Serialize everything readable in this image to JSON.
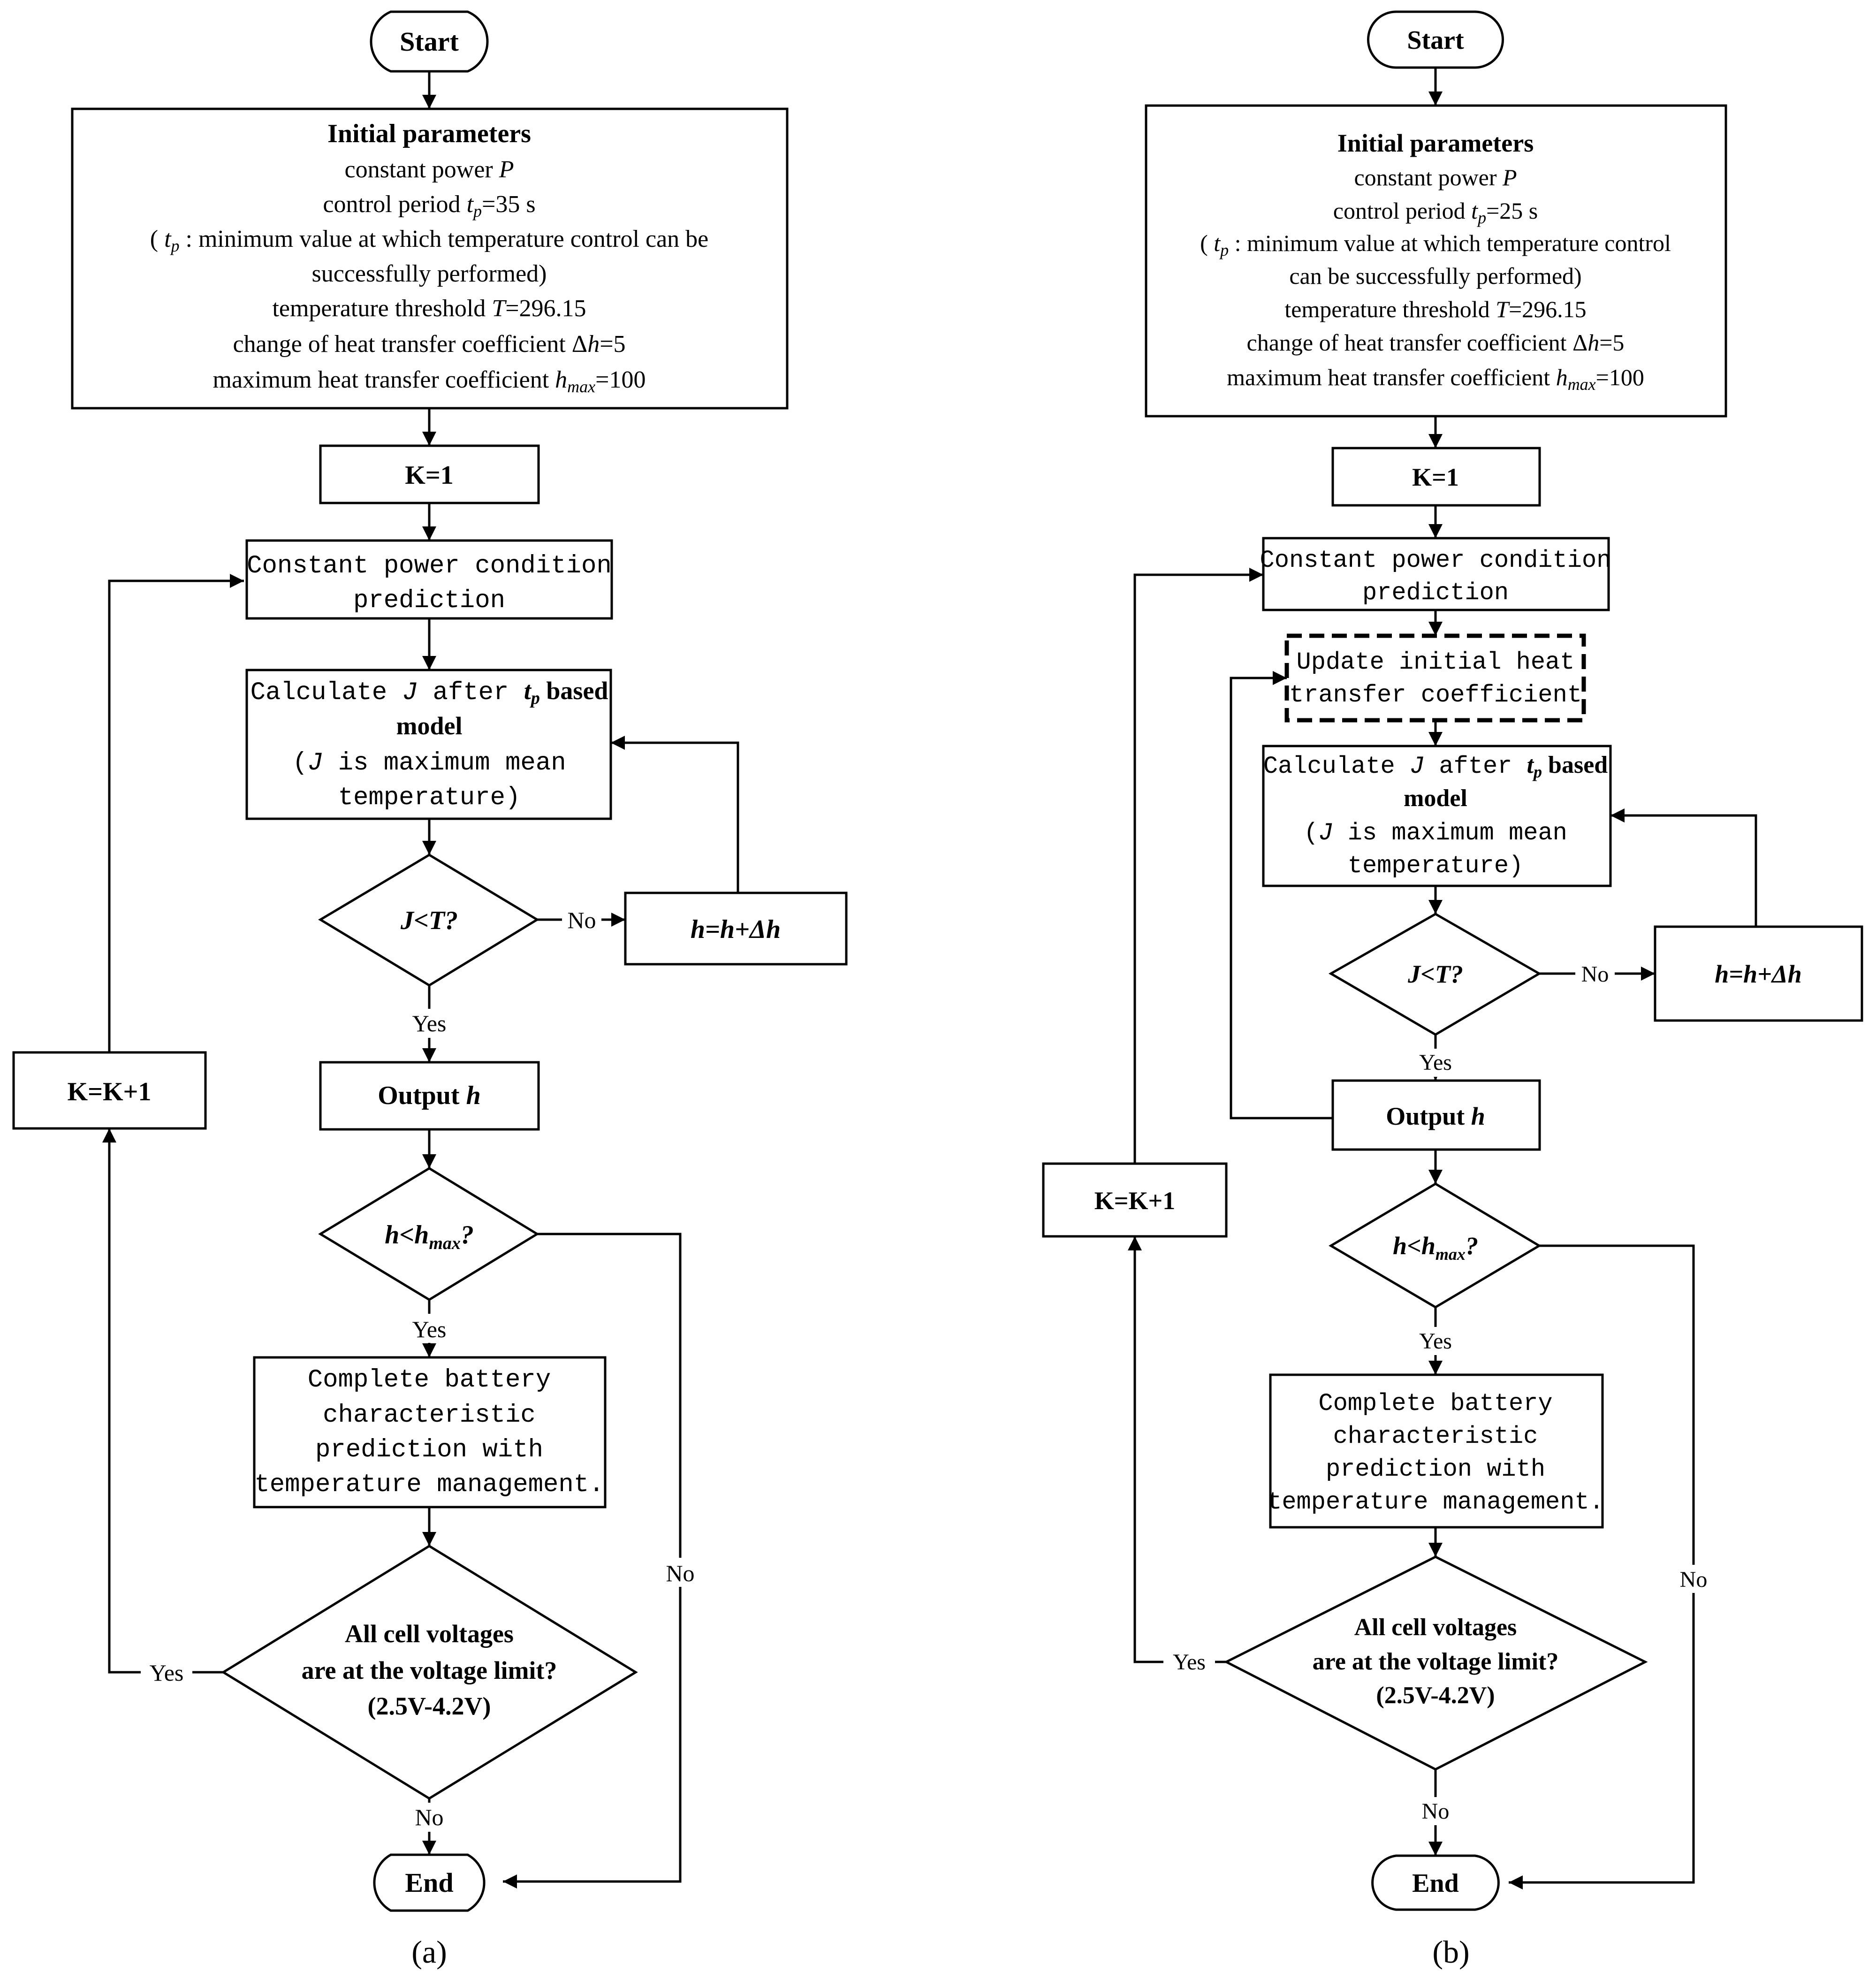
{
  "panel_a": {
    "caption": "(a)",
    "start": "Start",
    "end": "End",
    "init": {
      "heading": "Initial parameters",
      "l1": "constant power",
      "l1_var": "P",
      "l2_pre": "control period",
      "l2_var": "t",
      "l2_sub": "p",
      "l2_post": "=35 s",
      "l3_pre": "(",
      "l3_var": "t",
      "l3_sub": "p",
      "l3_post": ": minimum value at which temperature control can be",
      "l4": "successfully performed)",
      "l5_pre": "temperature threshold",
      "l5_var": "T",
      "l5_post": "=296.15",
      "l6_pre": "change of heat transfer coefficient",
      "l6_delta": "Δ",
      "l6_var": "h",
      "l6_post": "=5",
      "l7_pre": "maximum heat transfer coefficient",
      "l7_var": "h",
      "l7_sub": "max",
      "l7_post": "=100"
    },
    "k1": "K=1",
    "predict_l1": "Constant power condition",
    "predict_l2": "prediction",
    "calc_l1_pre": "Calculate",
    "calc_l1_var": "J",
    "calc_l1_mid": "after",
    "calc_l1_tp": "t",
    "calc_l1_tp_sub": "p",
    "calc_l1_post": "based",
    "calc_l2": "model",
    "calc_l3_pre": "(",
    "calc_l3_var": "J",
    "calc_l3_post": "is maximum mean",
    "calc_l4": "temperature)",
    "decision1": "J<T?",
    "update_h": "h=h+Δh",
    "output_h_pre": "Output",
    "output_h_var": "h",
    "decision2_var": "h",
    "decision2_lt": "<",
    "decision2_hmax": "h",
    "decision2_sub": "max",
    "decision2_q": "?",
    "complete_l1": "Complete battery",
    "complete_l2": "characteristic",
    "complete_l3": "prediction with",
    "complete_l4": "temperature management.",
    "decision3_l1": "All cell voltages",
    "decision3_l2": "are at the voltage limit?",
    "decision3_l3": "(2.5V-4.2V)",
    "kinc": "K=K+1",
    "label_no_1": "No",
    "label_yes_1": "Yes",
    "label_yes_2": "Yes",
    "label_no_2": "No",
    "label_yes_3": "Yes",
    "label_no_3": "No"
  },
  "panel_b": {
    "caption": "(b)",
    "start": "Start",
    "end": "End",
    "init": {
      "heading": "Initial parameters",
      "l1": "constant power",
      "l1_var": "P",
      "l2_pre": "control period",
      "l2_var": "t",
      "l2_sub": "p",
      "l2_post": "=25 s",
      "l3_pre": "(",
      "l3_var": "t",
      "l3_sub": "p",
      "l3_post": ": minimum value at which temperature control",
      "l4": "can be successfully performed)",
      "l5_pre": "temperature threshold",
      "l5_var": "T",
      "l5_post": "=296.15",
      "l6_pre": "change of heat transfer coefficient",
      "l6_delta": "Δ",
      "l6_var": "h",
      "l6_post": "=5",
      "l7_pre": "maximum heat transfer coefficient",
      "l7_var": "h",
      "l7_sub": "max",
      "l7_post": "=100"
    },
    "k1": "K=1",
    "predict_l1": "Constant power condition",
    "predict_l2": "prediction",
    "updinit_l1": "Update initial heat",
    "updinit_l2": "transfer coefficient",
    "calc_l1_pre": "Calculate",
    "calc_l1_var": "J",
    "calc_l1_mid": "after",
    "calc_l1_tp": "t",
    "calc_l1_tp_sub": "p",
    "calc_l1_post": "based",
    "calc_l2": "model",
    "calc_l3_pre": "(",
    "calc_l3_var": "J",
    "calc_l3_post": "is maximum mean",
    "calc_l4": "temperature)",
    "decision1": "J<T?",
    "update_h": "h=h+Δh",
    "output_h_pre": "Output",
    "output_h_var": "h",
    "decision2_var": "h",
    "decision2_lt": "<",
    "decision2_hmax": "h",
    "decision2_sub": "max",
    "decision2_q": "?",
    "complete_l1": "Complete battery",
    "complete_l2": "characteristic",
    "complete_l3": "prediction with",
    "complete_l4": "temperature management.",
    "decision3_l1": "All cell voltages",
    "decision3_l2": "are at the voltage limit?",
    "decision3_l3": "(2.5V-4.2V)",
    "kinc": "K=K+1",
    "label_no_1": "No",
    "label_yes_1": "Yes",
    "label_yes_2": "Yes",
    "label_no_2": "No",
    "label_yes_3": "Yes",
    "label_no_3": "No"
  }
}
